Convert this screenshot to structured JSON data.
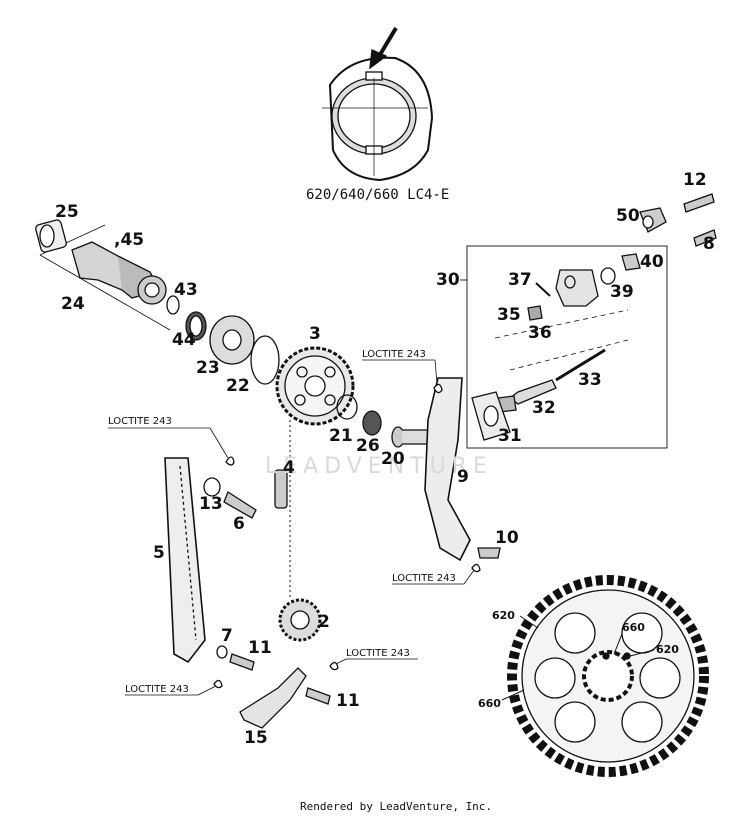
{
  "diagram": {
    "variant_caption": "620/640/660 LC4-E",
    "footer": "Rendered by LeadVenture, Inc.",
    "watermark": "LEADVENTURE",
    "callouts": {
      "c25": "25",
      "c45": ",45",
      "c24": "24",
      "c43": "43",
      "c44": "44",
      "c23": "23",
      "c22": "22",
      "c3": "3",
      "c21": "21",
      "c26": "26",
      "c20": "20",
      "c4": "4",
      "c13": "13",
      "c6": "6",
      "c5": "5",
      "c9": "9",
      "c10": "10",
      "c2": "2",
      "c7": "7",
      "c11a": "11",
      "c11b": "11",
      "c15": "15",
      "c12": "12",
      "c50": "50",
      "c8": "8",
      "c40": "40",
      "c30": "30",
      "c37": "37",
      "c39": "39",
      "c35": "35",
      "c36": "36",
      "c33": "33",
      "c32": "32",
      "c31": "31"
    },
    "loctite": {
      "l1": "LOCTITE 243",
      "l2": "LOCTITE 243",
      "l3": "LOCTITE 243",
      "l4": "LOCTITE 243",
      "l5": "LOCTITE 243"
    },
    "sprocket_marks": {
      "m620a": "620",
      "m660a": "660",
      "m620b": "620",
      "m660b": "660"
    }
  }
}
